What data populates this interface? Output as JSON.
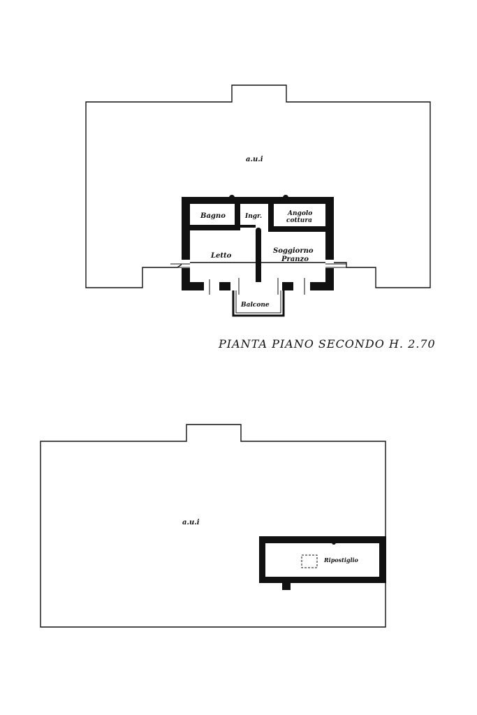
{
  "diagram": {
    "caption": "PIANTA PIANO SECONDO H. 2.70",
    "upper_plan": {
      "area_label": "a.u.i",
      "rooms": {
        "bagno": "Bagno",
        "ingr": "Ingr.",
        "angolo": "Angolo",
        "cottura": "cottura",
        "letto": "Letto",
        "soggiorno": "Soggiorno",
        "pranzo": "Pranzo",
        "balcone": "Balcone"
      }
    },
    "lower_plan": {
      "area_label": "a.u.i",
      "rooms": {
        "ripostiglio": "Ripostiglio"
      }
    }
  }
}
